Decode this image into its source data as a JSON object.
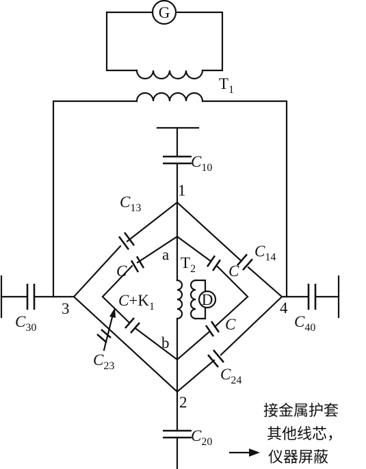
{
  "labels": {
    "generator": "G",
    "transformer1_main": "T",
    "transformer1_sub": "1",
    "transformer2_main": "T",
    "transformer2_sub": "2",
    "detector": "D",
    "c10_main": "C",
    "c10_sub": "10",
    "c13_main": "C",
    "c13_sub": "13",
    "c14_main": "C",
    "c14_sub": "14",
    "c20_main": "C",
    "c20_sub": "20",
    "c23_main": "C",
    "c23_sub": "23",
    "c24_main": "C",
    "c24_sub": "24",
    "c30_main": "C",
    "c30_sub": "30",
    "c40_main": "C",
    "c40_sub": "40",
    "c_inner_1": "C",
    "c_inner_2": "C",
    "c_inner_3": "C",
    "c_k1_main": "C",
    "c_k1_mid": "+K",
    "c_k1_sub": "1",
    "node1": "1",
    "node2": "2",
    "node3": "3",
    "node4": "4",
    "node_a": "a",
    "node_b": "b"
  },
  "note": {
    "line1": "接金属护套",
    "line2": "其他线芯，",
    "line3": "仪器屏蔽"
  }
}
